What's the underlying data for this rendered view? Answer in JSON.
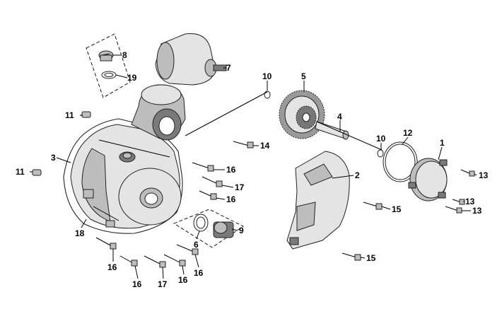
{
  "callouts": [
    {
      "id": "c1",
      "text": "1"
    },
    {
      "id": "c2",
      "text": "2"
    },
    {
      "id": "c3",
      "text": "3"
    },
    {
      "id": "c4",
      "text": "4"
    },
    {
      "id": "c5",
      "text": "5"
    },
    {
      "id": "c6",
      "text": "6"
    },
    {
      "id": "c7",
      "text": "7"
    },
    {
      "id": "c8",
      "text": "8"
    },
    {
      "id": "c9",
      "text": "9"
    },
    {
      "id": "c10a",
      "text": "10"
    },
    {
      "id": "c10b",
      "text": "10"
    },
    {
      "id": "c11a",
      "text": "11"
    },
    {
      "id": "c11b",
      "text": "11"
    },
    {
      "id": "c12",
      "text": "12"
    },
    {
      "id": "c13a",
      "text": "13"
    },
    {
      "id": "c13b",
      "text": "13"
    },
    {
      "id": "c13c",
      "text": "13"
    },
    {
      "id": "c14",
      "text": "14"
    },
    {
      "id": "c15a",
      "text": "15"
    },
    {
      "id": "c15b",
      "text": "15"
    },
    {
      "id": "c16a",
      "text": "16"
    },
    {
      "id": "c16b",
      "text": "16"
    },
    {
      "id": "c16c",
      "text": "16"
    },
    {
      "id": "c16d",
      "text": "16"
    },
    {
      "id": "c16e",
      "text": "16"
    },
    {
      "id": "c16f",
      "text": "16"
    },
    {
      "id": "c17a",
      "text": "17"
    },
    {
      "id": "c17b",
      "text": "17"
    },
    {
      "id": "c18",
      "text": "18"
    },
    {
      "id": "c19",
      "text": "19"
    }
  ]
}
